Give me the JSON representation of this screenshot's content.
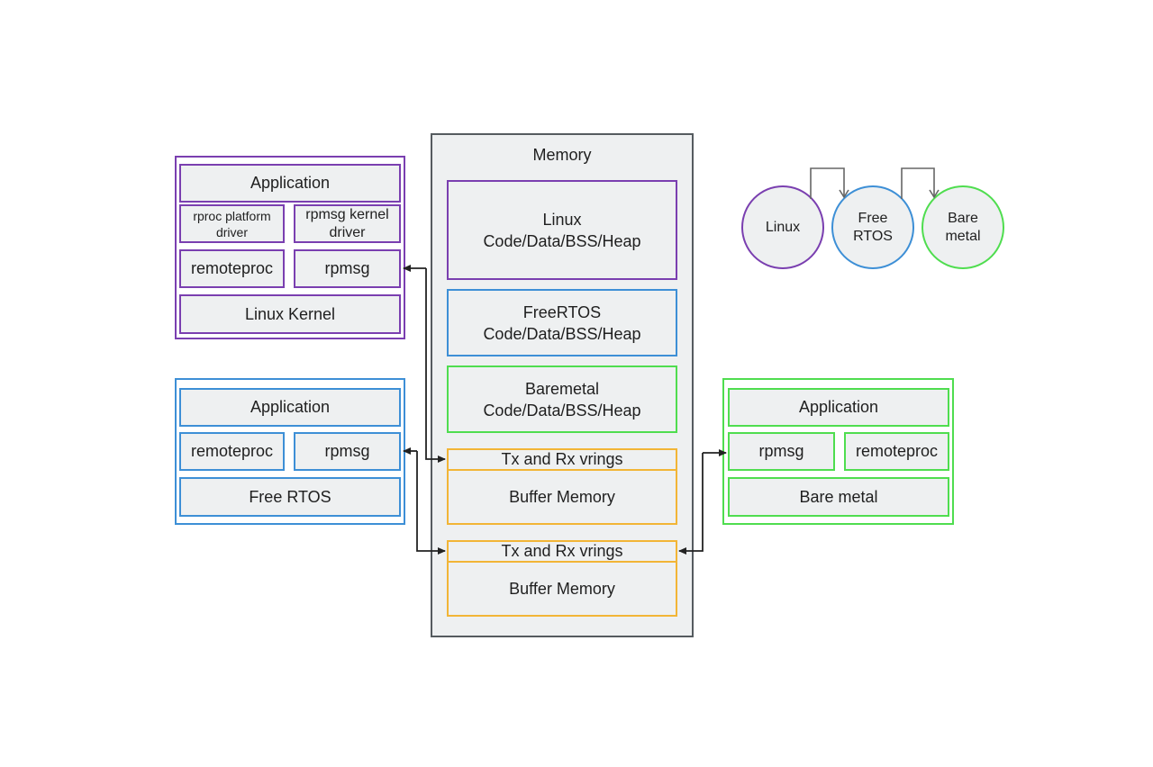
{
  "memory": {
    "title": "Memory",
    "linux_region": "Linux\nCode/Data/BSS/Heap",
    "freertos_region": "FreeRTOS\nCode/Data/BSS/Heap",
    "baremetal_region": "Baremetal\nCode/Data/BSS/Heap",
    "vring_1_label": "Tx and Rx vrings",
    "buffer_1_label": "Buffer Memory",
    "vring_2_label": "Tx and Rx vrings",
    "buffer_2_label": "Buffer Memory"
  },
  "linux_stack": {
    "application": "Application",
    "rproc_driver": "rproc platform\ndriver",
    "rpmsg_driver": "rpmsg kernel\ndriver",
    "remoteproc": "remoteproc",
    "rpmsg": "rpmsg",
    "kernel": "Linux Kernel"
  },
  "freertos_stack": {
    "application": "Application",
    "remoteproc": "remoteproc",
    "rpmsg": "rpmsg",
    "os": "Free RTOS"
  },
  "baremetal_stack": {
    "application": "Application",
    "rpmsg": "rpmsg",
    "remoteproc": "remoteproc",
    "os": "Bare metal"
  },
  "legend": {
    "linux": "Linux",
    "freertos": "Free\nRTOS",
    "baremetal": "Bare\nmetal"
  },
  "colors": {
    "linux": "#7a3fb0",
    "freertos": "#3d8fd6",
    "baremetal": "#4fdd4f",
    "memory": "#555b5f",
    "vring": "#f2b536"
  }
}
